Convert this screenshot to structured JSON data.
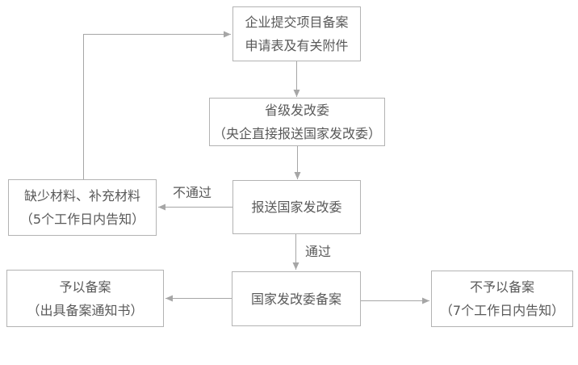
{
  "flowchart": {
    "nodes": {
      "submit": {
        "line1": "企业提交项目备案",
        "line2": "申请表及有关附件"
      },
      "provincial": {
        "line1": "省级发改委",
        "line2": "（央企直接报送国家发改委）"
      },
      "report": {
        "line1": "报送国家发改委"
      },
      "missing": {
        "line1": "缺少材料、补充材料",
        "line2": "（5个工作日内告知）"
      },
      "filed": {
        "line1": "国家发改委备案"
      },
      "granted": {
        "line1": "予以备案",
        "line2": "（出具备案通知书）"
      },
      "denied": {
        "line1": "不予以备案",
        "line2": "（7个工作日内告知）"
      }
    },
    "edge_labels": {
      "fail": "不通过",
      "pass": "通过"
    },
    "colors": {
      "border": "#b3b3b3",
      "arrow": "#a6a6a6",
      "text": "#595959",
      "background": "#ffffff"
    }
  }
}
